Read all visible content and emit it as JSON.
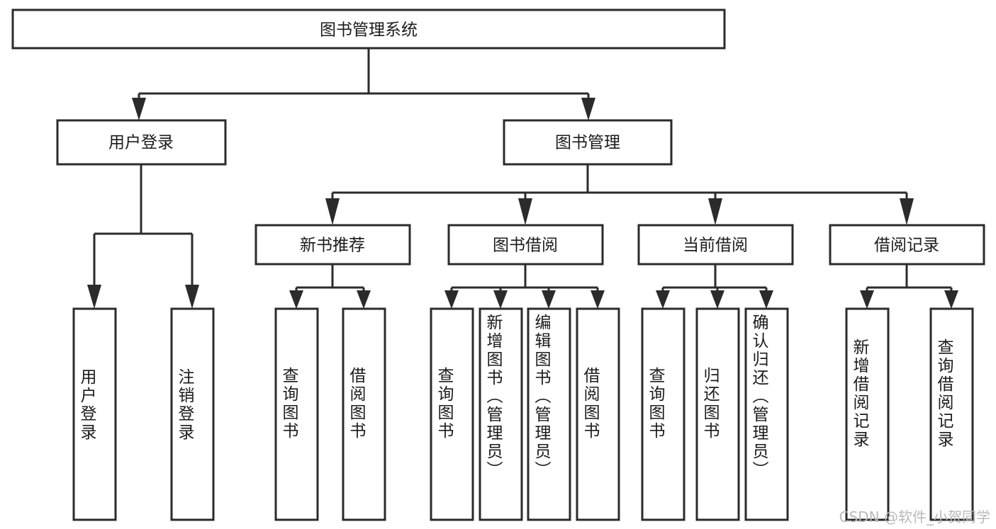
{
  "diagram": {
    "title": "图书管理系统",
    "type": "tree-hierarchy",
    "root": {
      "label": "图书管理系统"
    },
    "level2": [
      {
        "label": "用户登录"
      },
      {
        "label": "图书管理"
      }
    ],
    "level3": [
      {
        "label": "新书推荐"
      },
      {
        "label": "图书借阅"
      },
      {
        "label": "当前借阅"
      },
      {
        "label": "借阅记录"
      }
    ],
    "leaves": [
      {
        "label": "用户登录"
      },
      {
        "label": "注销登录"
      },
      {
        "label": "查询图书"
      },
      {
        "label": "借阅图书"
      },
      {
        "label": "查询图书"
      },
      {
        "label": "新增图书（管理员）"
      },
      {
        "label": "编辑图书（管理员）"
      },
      {
        "label": "借阅图书"
      },
      {
        "label": "查询图书"
      },
      {
        "label": "归还图书"
      },
      {
        "label": "确认归还（管理员）"
      },
      {
        "label": "新增借阅记录"
      },
      {
        "label": "查询借阅记录"
      }
    ]
  },
  "watermark": {
    "text": "CSDN @软件_小贺同学"
  },
  "colors": {
    "stroke": "#2b2b2b",
    "fill": "#ffffff",
    "text": "#1b1b1b",
    "watermark": "#b9b9b9"
  }
}
